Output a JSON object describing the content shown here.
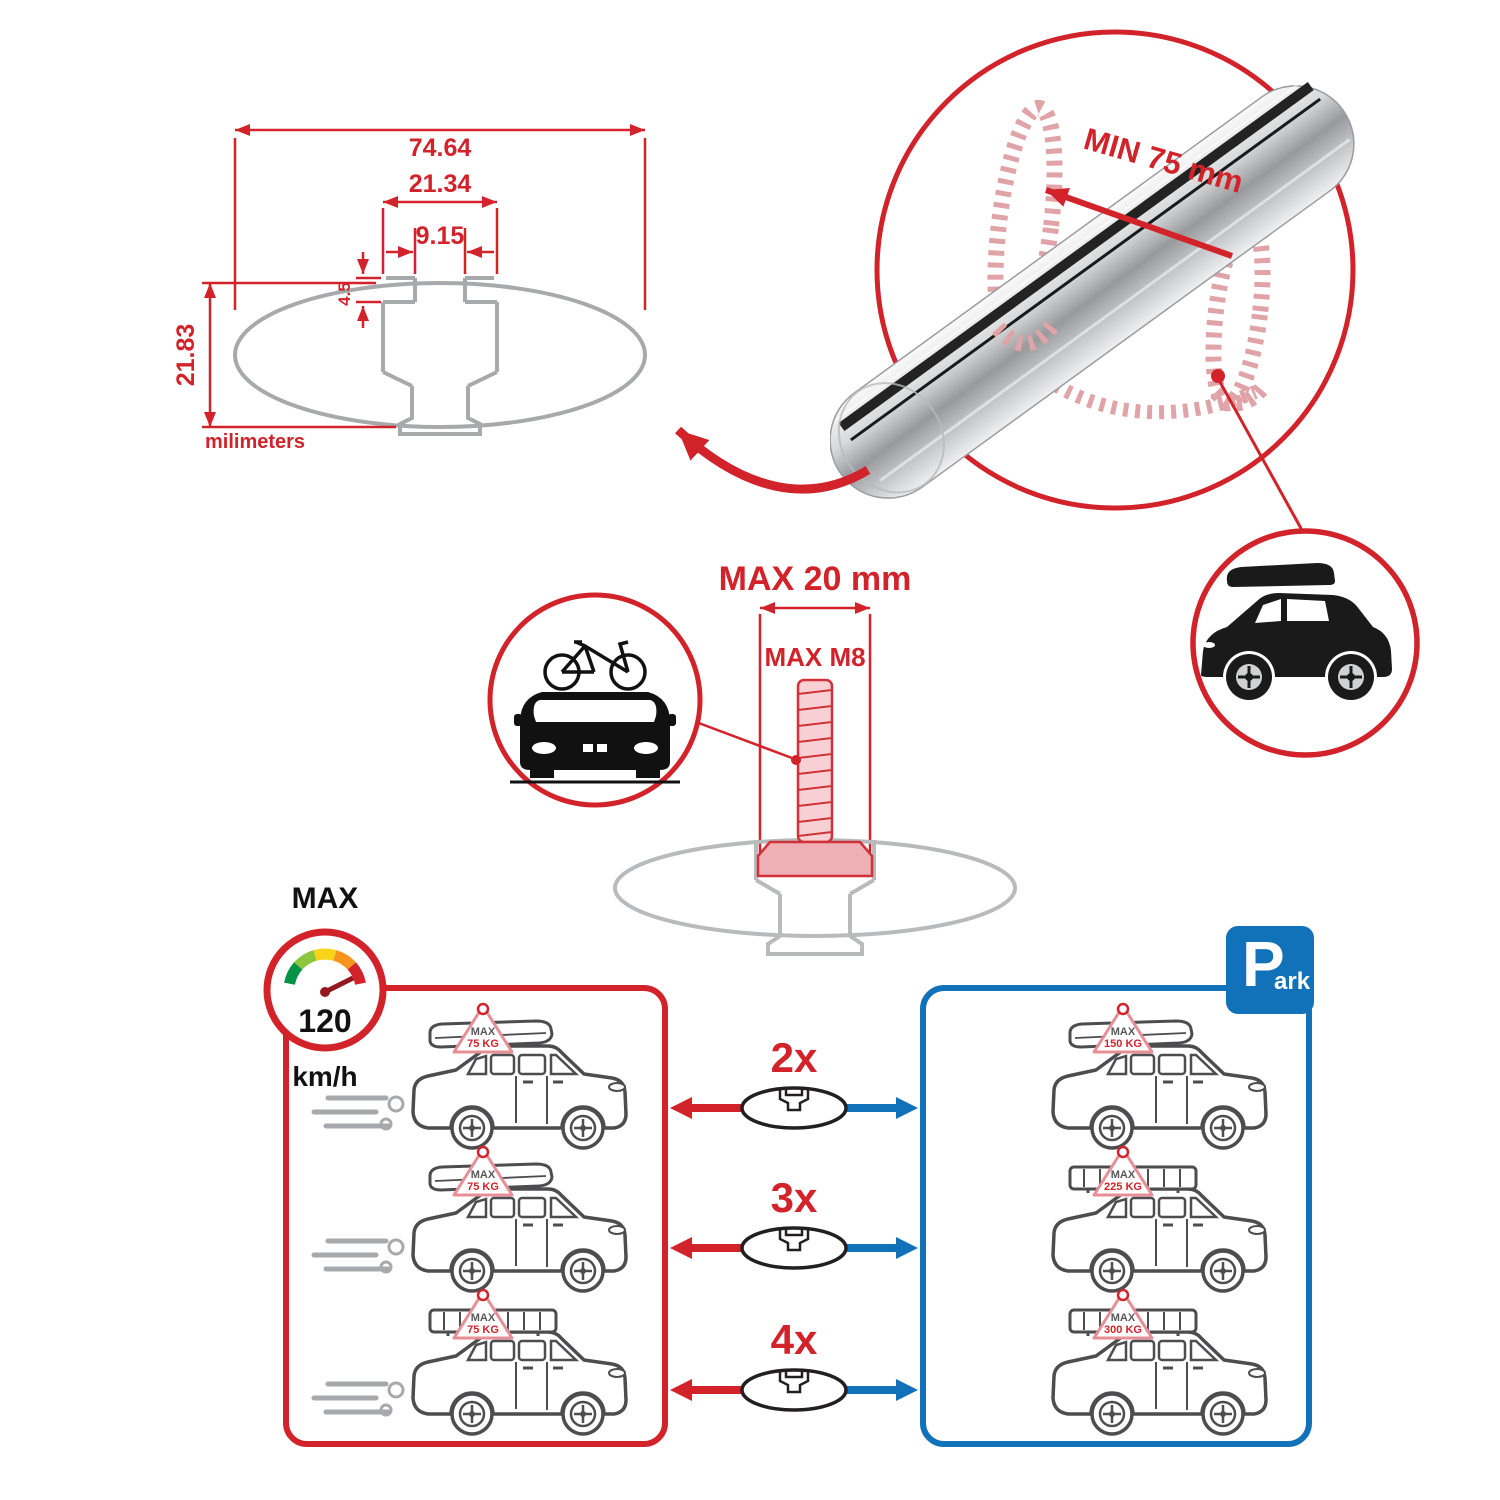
{
  "colors": {
    "red": "#d2232a",
    "blue": "#1172ba",
    "gray": "#a7a9ac",
    "dark": "#231f20"
  },
  "cross_section_dims": {
    "total_width": "74.64",
    "slot_outer_width": "21.34",
    "slot_inner_width": "9.15",
    "slot_depth": "4.5",
    "total_height": "21.83",
    "unit_label": "milimeters"
  },
  "crossbar_detail": {
    "min_span_label": "MIN 75 mm"
  },
  "mount_bolt": {
    "max_width_label": "MAX 20 mm",
    "max_thread_label": "MAX M8"
  },
  "speed_limit": {
    "heading": "MAX",
    "value": "120",
    "unit": "km/h"
  },
  "parking_sign": {
    "letter": "P",
    "suffix": "ark"
  },
  "driving_cars": [
    {
      "badge_max": "MAX",
      "badge_weight": "75 KG"
    },
    {
      "badge_max": "MAX",
      "badge_weight": "75 KG"
    },
    {
      "badge_max": "MAX",
      "badge_weight": "75 KG"
    }
  ],
  "parked_cars": [
    {
      "badge_max": "MAX",
      "badge_weight": "150 KG"
    },
    {
      "badge_max": "MAX",
      "badge_weight": "225 KG"
    },
    {
      "badge_max": "MAX",
      "badge_weight": "300 KG"
    }
  ],
  "bar_quantities": [
    {
      "label": "2x"
    },
    {
      "label": "3x"
    },
    {
      "label": "4x"
    }
  ]
}
